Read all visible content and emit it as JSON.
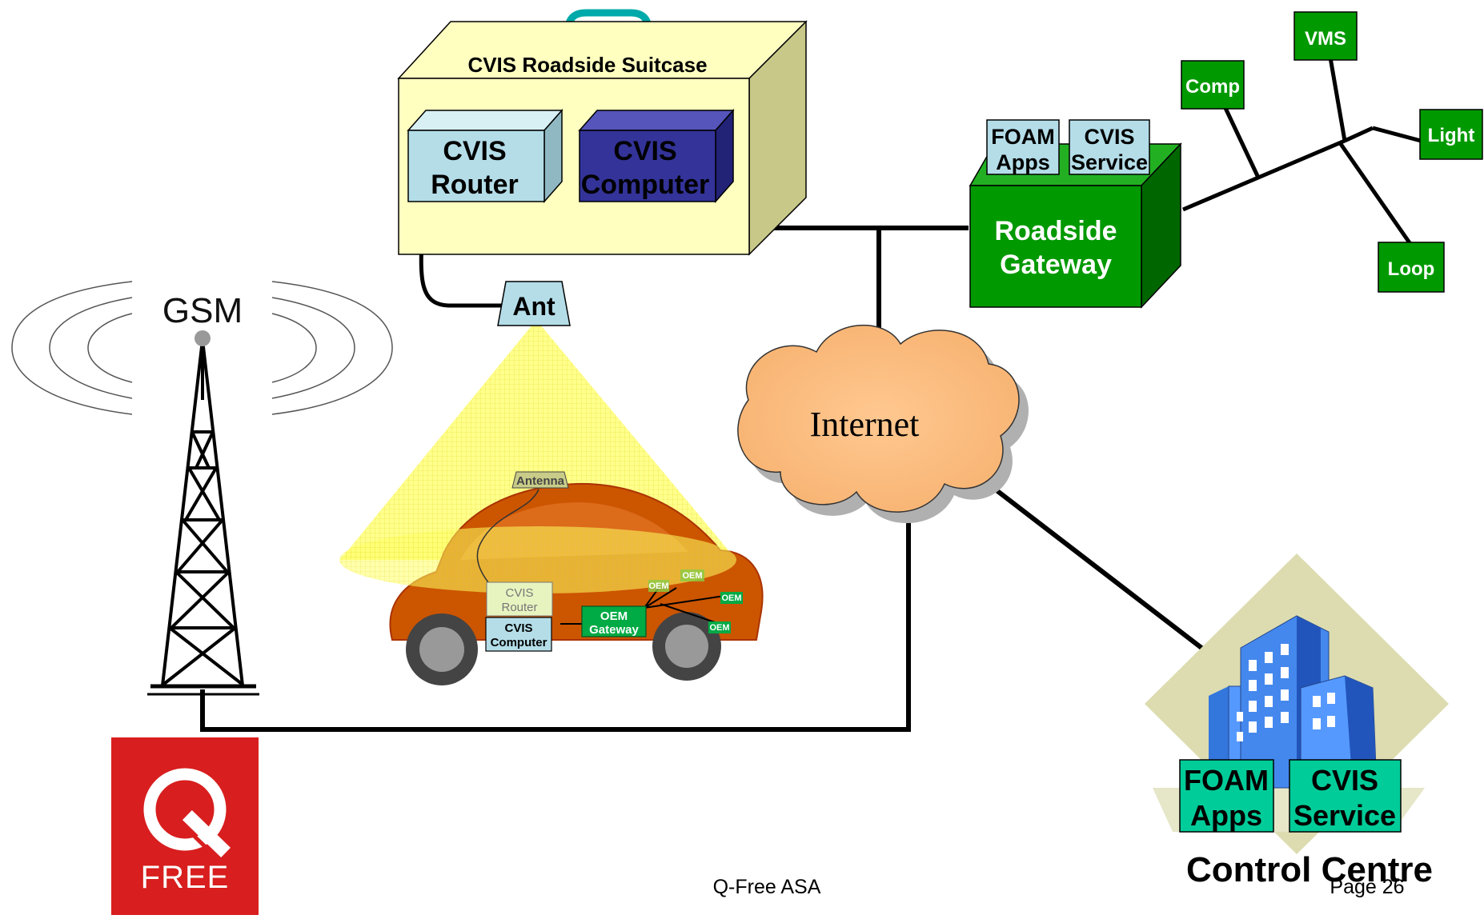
{
  "suitcase": {
    "title": "CVIS Roadside Suitcase"
  },
  "router": {
    "line1": "CVIS",
    "line2": "Router"
  },
  "computer": {
    "line1": "CVIS",
    "line2": "Computer"
  },
  "antenna": {
    "label": "Ant"
  },
  "gsm": {
    "label": "GSM"
  },
  "internet": {
    "label": "Internet"
  },
  "gateway": {
    "line1": "Roadside",
    "line2": "Gateway",
    "foam": {
      "line1": "FOAM",
      "line2": "Apps"
    },
    "service": {
      "line1": "CVIS",
      "line2": "Service"
    }
  },
  "field_devices": {
    "comp": "Comp",
    "vms": "VMS",
    "light": "Light",
    "loop": "Loop"
  },
  "car": {
    "antenna": "Antenna",
    "router": {
      "line1": "CVIS",
      "line2": "Router"
    },
    "computer": {
      "line1": "CVIS",
      "line2": "Computer"
    },
    "gateway": {
      "line1": "OEM",
      "line2": "Gateway"
    },
    "oem_small": "OEM"
  },
  "control_centre": {
    "label": "Control Centre",
    "foam": {
      "line1": "FOAM",
      "line2": "Apps"
    },
    "service": {
      "line1": "CVIS",
      "line2": "Service"
    }
  },
  "logo": {
    "text": "FREE"
  },
  "footer": {
    "company": "Q-Free ASA",
    "page": "Page 26"
  },
  "colors": {
    "suitcase": "#ffffc0",
    "router": "#b4dde8",
    "computer": "#333399",
    "gateway": "#009900",
    "cloud": "#ffc080",
    "logo": "#e02020",
    "control": "#00cc99"
  }
}
